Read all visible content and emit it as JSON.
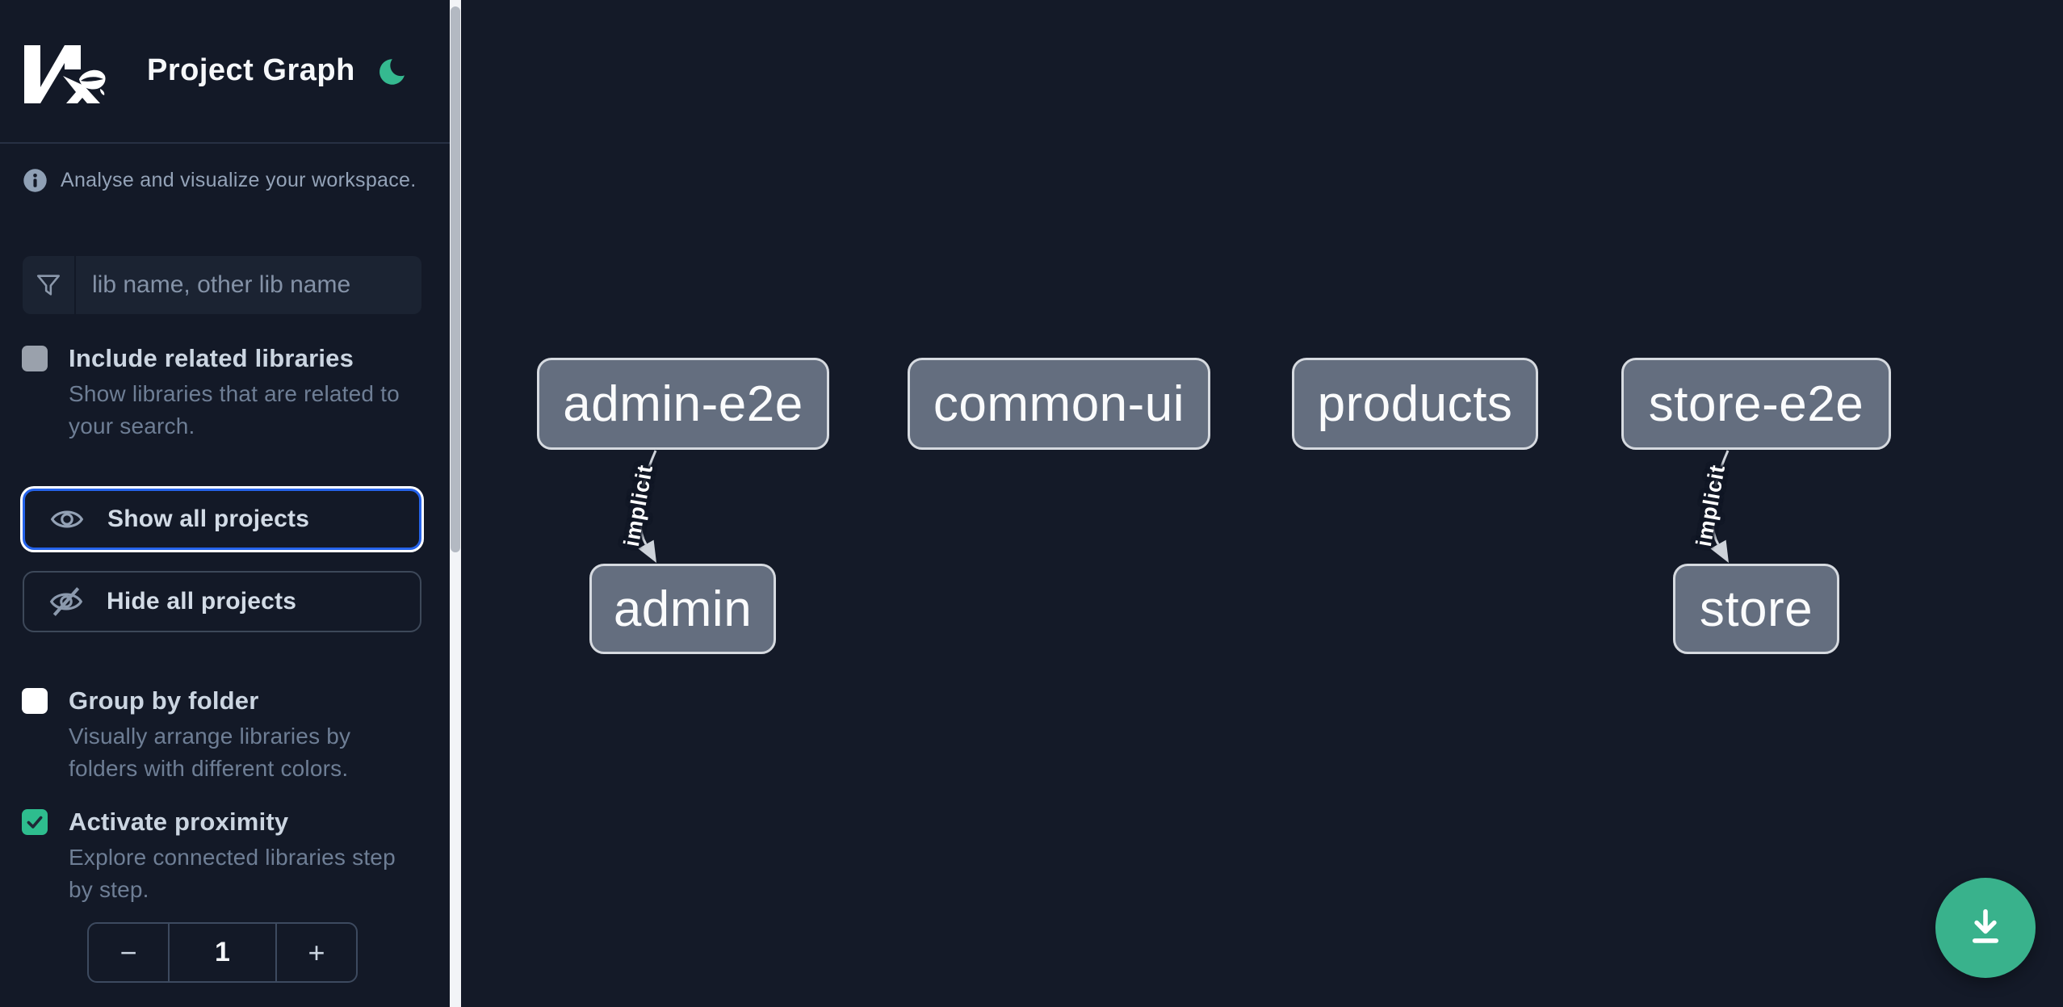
{
  "header": {
    "logo": "Nx",
    "title": "Project Graph",
    "theme_icon": "moon-icon"
  },
  "sidebar": {
    "tagline": "Analyse and visualize your workspace.",
    "search": {
      "placeholder": "lib name, other lib name",
      "icon": "filter-funnel-icon"
    },
    "toggles": [
      {
        "label": "Include related libraries",
        "description": "Show libraries that are related to your search.",
        "checked": false
      },
      {
        "label": "Group by folder",
        "description": "Visually arrange libraries by folders with different colors.",
        "checked": false
      },
      {
        "label": "Activate proximity",
        "description": "Explore connected libraries step by step.",
        "checked": true
      }
    ],
    "buttons": {
      "show_all": "Show all projects",
      "hide_all": "Hide all projects"
    },
    "proximity_stepper": {
      "decrement": "−",
      "value": "1",
      "increment": "+"
    }
  },
  "graph": {
    "nodes": [
      {
        "label": "admin-e2e"
      },
      {
        "label": "common-ui"
      },
      {
        "label": "products"
      },
      {
        "label": "store-e2e"
      },
      {
        "label": "admin"
      },
      {
        "label": "store"
      }
    ],
    "edges": [
      {
        "from": "admin-e2e",
        "to": "admin",
        "label": "implicit"
      },
      {
        "from": "store-e2e",
        "to": "store",
        "label": "implicit"
      }
    ]
  },
  "fab": {
    "icon": "download-icon"
  },
  "colors": {
    "background": "#141a28",
    "sidebar_background": "#131927",
    "accent_green": "#2ebd8e",
    "fab_green": "#39b28c",
    "accent_blue": "#2563eb",
    "node_fill": "#646e7f",
    "node_border": "#d6dae0",
    "edge": "#ced3da",
    "label_text": "#cbd5e1",
    "muted_text": "#6e7e95"
  }
}
